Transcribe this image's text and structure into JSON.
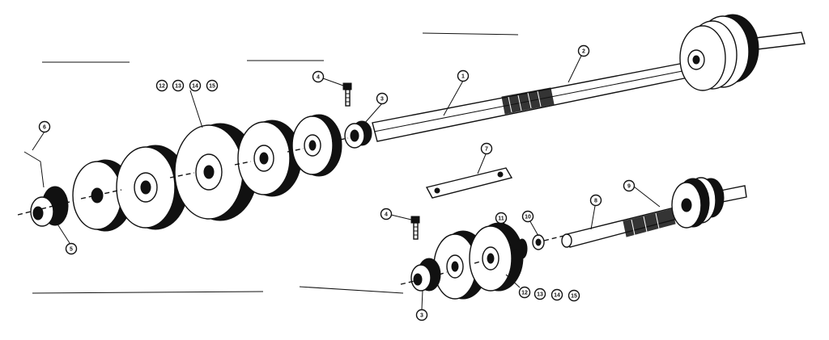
{
  "diagram": {
    "callouts": [
      {
        "id": "1",
        "label": "1"
      },
      {
        "id": "2",
        "label": "2"
      },
      {
        "id": "3a",
        "label": "3"
      },
      {
        "id": "3b",
        "label": "3"
      },
      {
        "id": "4a",
        "label": "4"
      },
      {
        "id": "4b",
        "label": "4"
      },
      {
        "id": "5",
        "label": "5"
      },
      {
        "id": "6",
        "label": "6"
      },
      {
        "id": "7",
        "label": "7"
      },
      {
        "id": "8",
        "label": "8"
      },
      {
        "id": "9",
        "label": "9"
      },
      {
        "id": "10",
        "label": "10"
      },
      {
        "id": "11",
        "label": "11"
      },
      {
        "id": "12a",
        "label": "12"
      },
      {
        "id": "13a",
        "label": "13"
      },
      {
        "id": "14a",
        "label": "14"
      },
      {
        "id": "15a",
        "label": "15"
      },
      {
        "id": "12b",
        "label": "12"
      },
      {
        "id": "13b",
        "label": "13"
      },
      {
        "id": "14b",
        "label": "14"
      },
      {
        "id": "15b",
        "label": "15"
      }
    ]
  }
}
